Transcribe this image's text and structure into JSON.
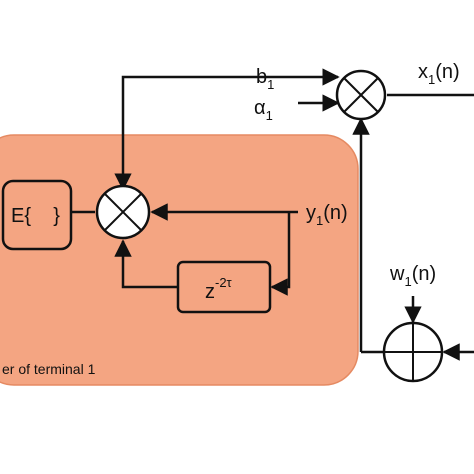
{
  "colors": {
    "region_fill": "#f4a582",
    "region_stroke": "#e58a62",
    "line": "#111111",
    "node_fill": "#ffffff"
  },
  "region": {
    "label": "er of terminal 1"
  },
  "expectation_block": {
    "label": "E{    }"
  },
  "delay_block": {
    "base": "z",
    "exponent": "-2τ"
  },
  "signals": {
    "b1": {
      "base": "b",
      "sub": "1",
      "suffix": ""
    },
    "alpha1": {
      "base": "α",
      "sub": "1",
      "suffix": ""
    },
    "x1": {
      "base": "x",
      "sub": "1",
      "suffix": "(n)"
    },
    "y1": {
      "base": "y",
      "sub": "1",
      "suffix": "(n)"
    },
    "w1": {
      "base": "w",
      "sub": "1",
      "suffix": "(n)"
    }
  },
  "nodes": {
    "top_multiplier": {
      "kind": "multiply"
    },
    "left_multiplier": {
      "kind": "multiply"
    },
    "adder": {
      "kind": "add"
    }
  }
}
